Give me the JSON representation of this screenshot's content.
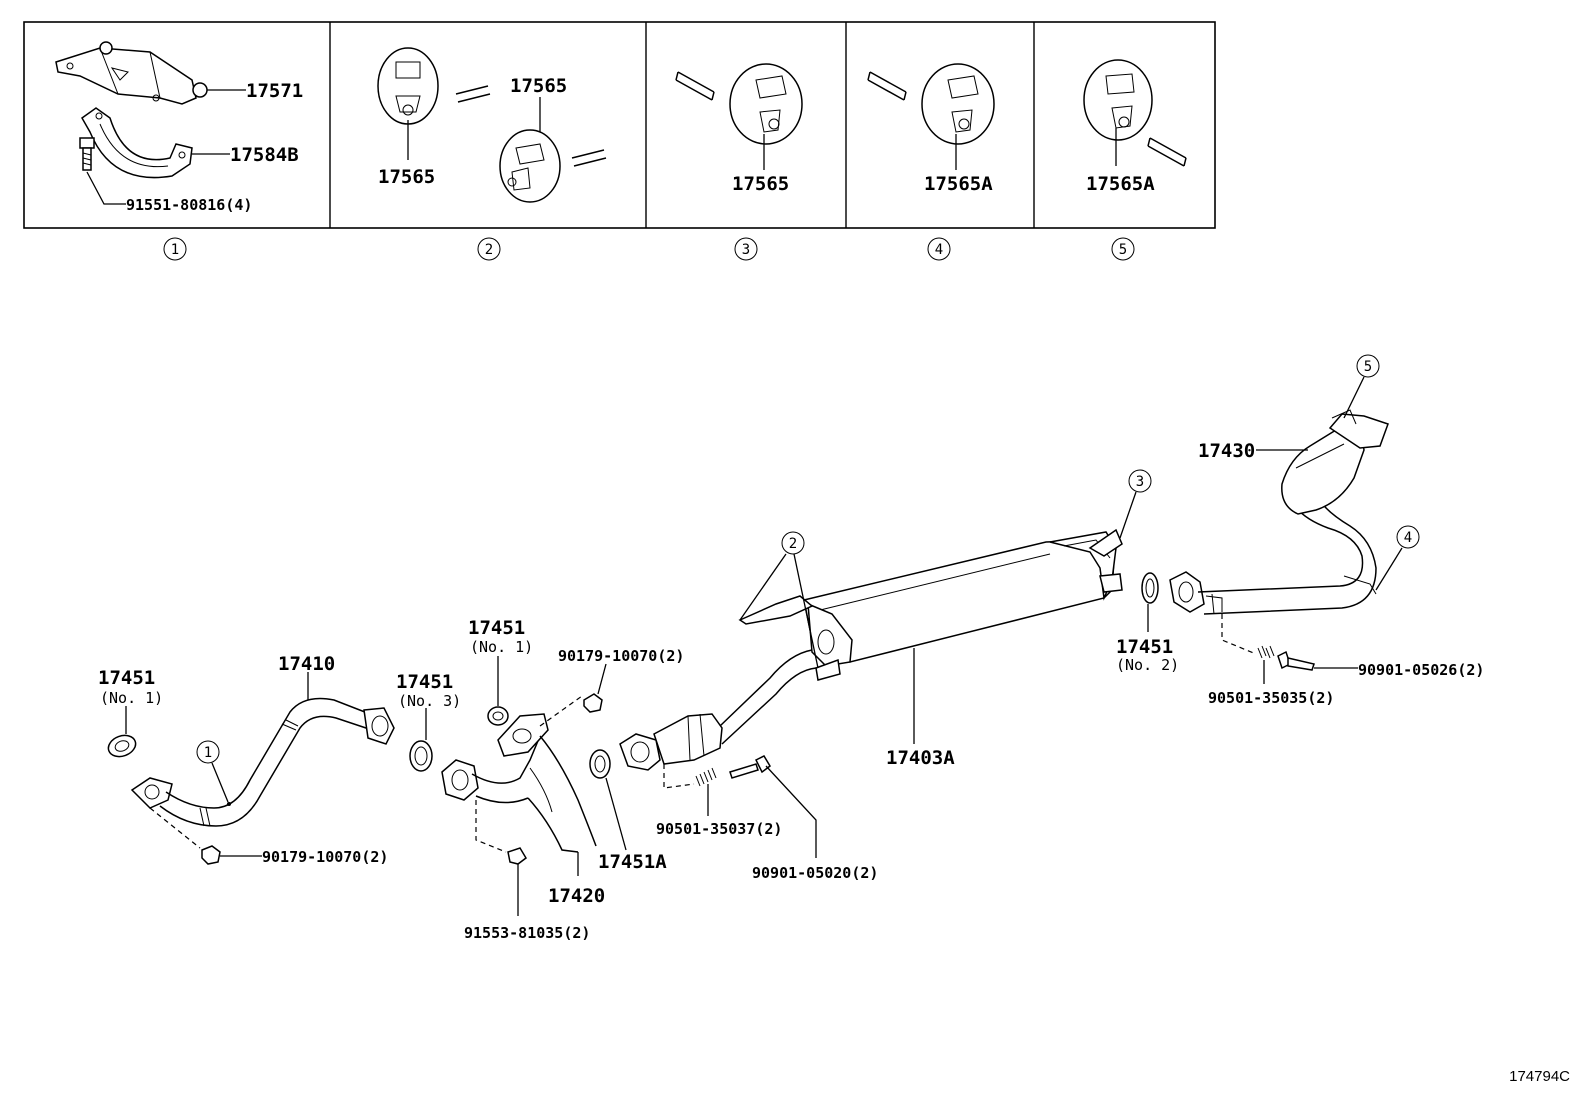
{
  "inset_parts": {
    "p17571": "17571",
    "p17584B": "17584B",
    "p91551": "91551-80816(4)",
    "p17565_a": "17565",
    "p17565_b": "17565",
    "p17565_c": "17565",
    "p17565A_a": "17565A",
    "p17565A_b": "17565A"
  },
  "inset_refs": [
    "1",
    "2",
    "3",
    "4",
    "5"
  ],
  "parts": {
    "p17451_left": "17451",
    "p17451_left_sub": "(No. 1)",
    "p17410": "17410",
    "p17451_no3": "17451",
    "p17451_no3_sub": "(No. 3)",
    "p17451_mid": "17451",
    "p17451_mid_sub": "(No. 1)",
    "p90179_top": "90179-10070(2)",
    "p90179_bottom": "90179-10070(2)",
    "p91553": "91553-81035(2)",
    "p17420": "17420",
    "p17451A": "17451A",
    "p90501_37": "90501-35037(2)",
    "p90901_20": "90901-05020(2)",
    "p17403A": "17403A",
    "p17451_no2": "17451",
    "p17451_no2_sub": "(No. 2)",
    "p90501_35": "90501-35035(2)",
    "p90901_26": "90901-05026(2)",
    "p17430": "17430"
  },
  "callouts": {
    "c1": "1",
    "c2": "2",
    "c3": "3",
    "c4": "4",
    "c5": "5"
  },
  "figure_id": "174794C"
}
